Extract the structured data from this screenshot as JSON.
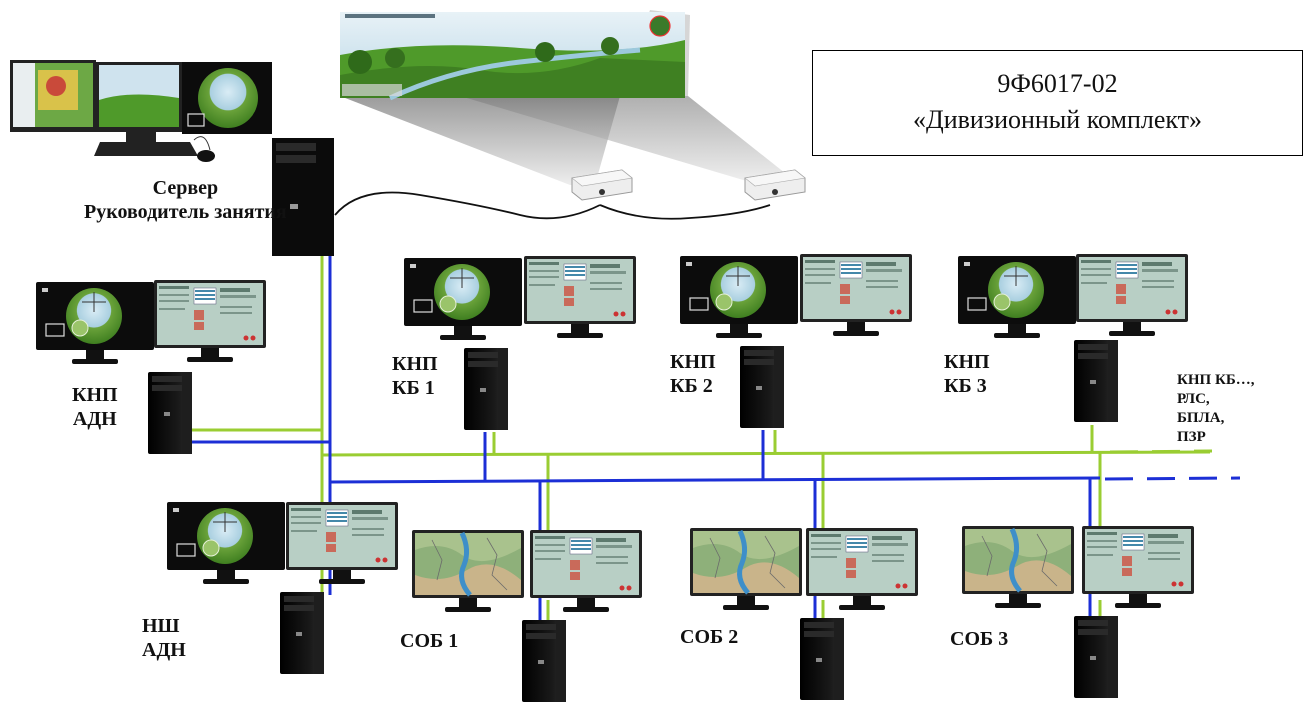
{
  "title": {
    "code": "9Ф6017-02",
    "name": "«Дивизионный комплект»"
  },
  "server": {
    "line1": "Сервер",
    "line2": "Руководитель занятия"
  },
  "stations": {
    "knp_adn": [
      "КНП",
      "АДН"
    ],
    "ns_adn": [
      "НШ",
      "АДН"
    ],
    "knp_kb1": [
      "КНП",
      "КБ 1"
    ],
    "knp_kb2": [
      "КНП",
      "КБ 2"
    ],
    "knp_kb3": [
      "КНП",
      "КБ 3"
    ],
    "sob1": "СОБ 1",
    "sob2": "СОБ 2",
    "sob3": "СОБ 3"
  },
  "extension": [
    "КНП КБ…,",
    "РЛС,",
    "БПЛА,",
    "ПЗР"
  ],
  "colors": {
    "line_green": "#9acd32",
    "line_blue": "#1c2fd6",
    "terrain_green": "#4f9a2a",
    "sky_blue": "#cfe3ee",
    "panel_teal": "#b8cfc5",
    "box_black": "#0b0b0b"
  },
  "icons": [
    "monitor-icon",
    "computer-tower-icon",
    "projector-icon",
    "sight-view-icon",
    "map-icon",
    "control-panel-icon"
  ]
}
